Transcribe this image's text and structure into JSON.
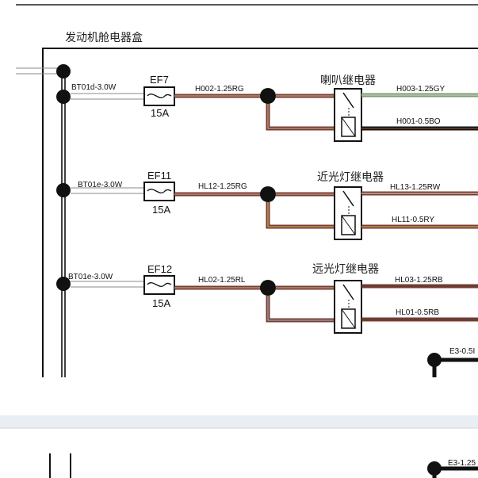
{
  "box_title": "发动机舱电器盒",
  "circuits": [
    {
      "supply_wire": "BT01d-3.0W",
      "fuse_name": "EF7",
      "fuse_rating": "15A",
      "feed_wire": "H002-1.25RG",
      "relay_name": "喇叭继电器",
      "out_wire_top": "H003-1.25GY",
      "out_wire_bottom": "H001-0.5BO"
    },
    {
      "supply_wire": "BT01e-3.0W",
      "fuse_name": "EF11",
      "fuse_rating": "15A",
      "feed_wire": "HL12-1.25RG",
      "relay_name": "近光灯继电器",
      "out_wire_top": "HL13-1.25RW",
      "out_wire_bottom": "HL11-0.5RY"
    },
    {
      "supply_wire": "BT01e-3.0W",
      "fuse_name": "EF12",
      "fuse_rating": "15A",
      "feed_wire": "HL02-1.25RL",
      "relay_name": "远光灯继电器",
      "out_wire_top": "HL03-1.25RB",
      "out_wire_bottom": "HL01-0.5RB"
    }
  ],
  "partial_labels": {
    "e3_upper": "E3-0.5I",
    "e3_lower": "E3-1.25"
  },
  "colors": {
    "wire_red_brown": "#7a3b2e",
    "wire_green_grey": "#7e9c72",
    "wire_black": "#111111",
    "divider_band": "#e9eef2"
  }
}
